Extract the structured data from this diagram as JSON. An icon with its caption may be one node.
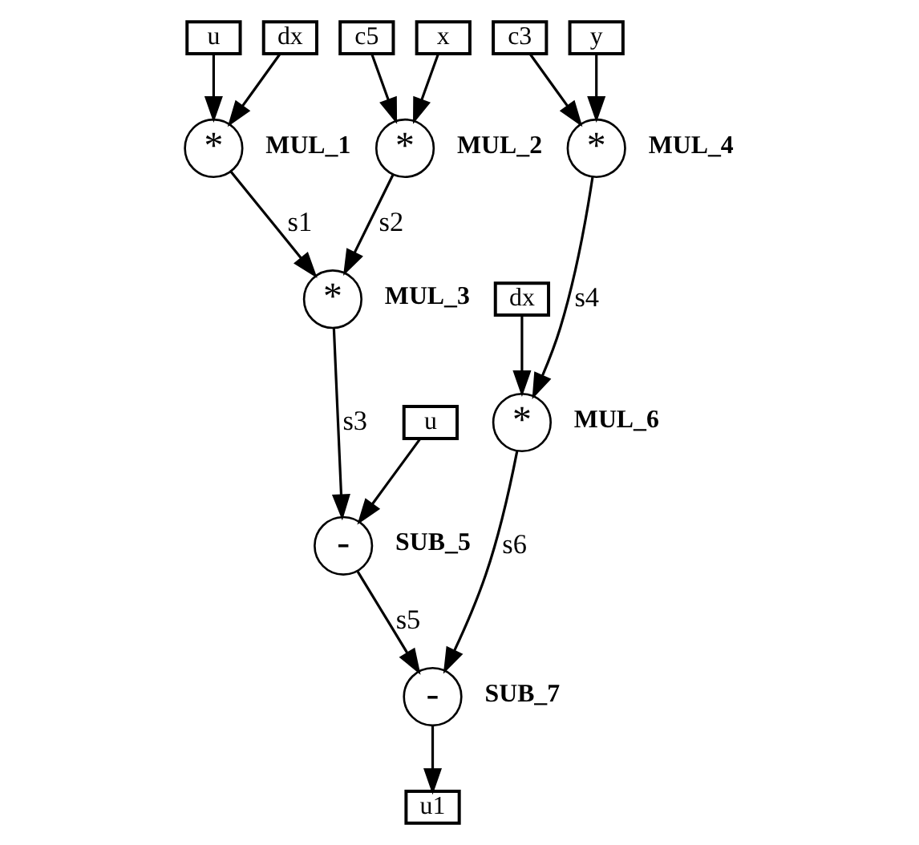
{
  "diagram": {
    "nodes": [
      {
        "text": [
          "u"
        ]
      },
      {
        "text": [
          "dx"
        ]
      },
      {
        "text": [
          "c5"
        ]
      },
      {
        "text": [
          "x"
        ]
      },
      {
        "text": [
          "c3"
        ]
      },
      {
        "text": [
          "y"
        ]
      },
      {
        "text": [
          "*"
        ],
        "beside": [
          "MUL_1"
        ]
      },
      {
        "text": [
          "*"
        ],
        "beside": [
          "MUL_2"
        ]
      },
      {
        "text": [
          "*"
        ],
        "beside": [
          "MUL_4"
        ]
      },
      {
        "text": [
          "dx"
        ]
      },
      {
        "text": [
          "*"
        ],
        "beside": [
          "MUL_3"
        ]
      },
      {
        "text": [
          "*"
        ],
        "beside": [
          "MUL_6"
        ]
      },
      {
        "text": [
          "u"
        ]
      },
      {
        "text": [
          "-"
        ],
        "beside": [
          "SUB_5"
        ]
      },
      {
        "text": [
          "-"
        ],
        "beside": [
          "SUB_7"
        ]
      },
      {
        "text": [
          "u1"
        ]
      }
    ],
    "edges": [
      {
        "from": 0,
        "to": 6,
        "arrow": "to"
      },
      {
        "from": 1,
        "to": 6,
        "arrow": "to"
      },
      {
        "from": 2,
        "to": 7,
        "arrow": "to"
      },
      {
        "from": 3,
        "to": 7,
        "arrow": "to"
      },
      {
        "from": 4,
        "to": 8,
        "arrow": "to"
      },
      {
        "from": 5,
        "to": 8,
        "arrow": "to"
      },
      {
        "from": 6,
        "to": 10,
        "arrow": "to",
        "label": "s1"
      },
      {
        "from": 7,
        "to": 10,
        "arrow": "to",
        "label": "s2"
      },
      {
        "from": 9,
        "to": 11,
        "arrow": "to"
      },
      {
        "from": 8,
        "to": 11,
        "arrow": "to",
        "label": "s4"
      },
      {
        "from": 10,
        "to": 13,
        "arrow": "to",
        "label": "s3"
      },
      {
        "from": 12,
        "to": 13,
        "arrow": "to"
      },
      {
        "from": 13,
        "to": 14,
        "arrow": "to",
        "label": "s5"
      },
      {
        "from": 11,
        "to": 14,
        "arrow": "to",
        "label": "s6"
      },
      {
        "from": 14,
        "to": 15,
        "arrow": "to"
      }
    ]
  }
}
